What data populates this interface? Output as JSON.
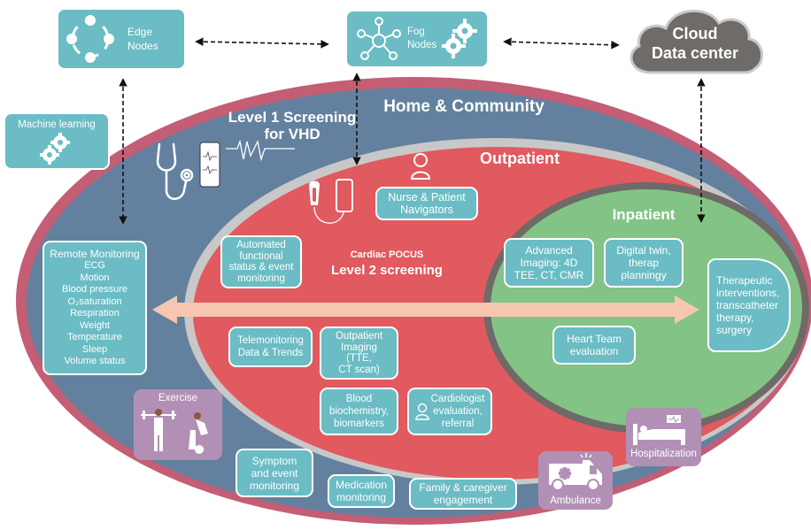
{
  "top_nodes": {
    "edge": {
      "line1": "Edge",
      "line2": "Nodes",
      "icon": "ring-network-icon"
    },
    "fog": {
      "line1": "Fog",
      "line2": "Nodes",
      "icon": "hub-network-icon",
      "icon2": "gears-icon"
    },
    "cloud": {
      "line1": "Cloud",
      "line2": "Data center",
      "icon": "cloud-icon"
    }
  },
  "machine_learning": {
    "label": "Machine learning",
    "icon": "gears-icon"
  },
  "zones": {
    "home": "Home & Community",
    "outpatient": "Outpatient",
    "inpatient": "Inpatient"
  },
  "level1": {
    "line1": "Level 1 Screening",
    "line2": "for VHD"
  },
  "level2": {
    "line1": "Cardiac POCUS",
    "line2": "Level 2 screening"
  },
  "remote_monitoring": {
    "title": "Remote Monitoring",
    "items": [
      "ECG",
      "Motion",
      "Blood pressure",
      "O₂saturation",
      "Respiration",
      "Weight",
      "Temperature",
      "Sleep",
      "Volume status"
    ]
  },
  "outpatient_boxes": {
    "nurse": [
      "Nurse & Patient",
      "Navigators"
    ],
    "automated": [
      "Automated",
      "functional",
      "status & event",
      "monitoring"
    ],
    "telemonitoring": [
      "Telemonitoring",
      "Data & Trends"
    ],
    "imaging": [
      "Outpatient",
      "Imaging",
      "(TTE,",
      "CT scan)"
    ],
    "blood": [
      "Blood",
      "biochemistry,",
      "biomarkers"
    ],
    "cardiologist": [
      "Cardiologist",
      "evaluation,",
      "referral"
    ]
  },
  "inpatient_boxes": {
    "advanced": [
      "Advanced",
      "Imaging: 4D",
      "TEE, CT, CMR"
    ],
    "digital_twin": [
      "Digital twin,",
      "therap",
      "planningy"
    ],
    "heart_team": [
      "Heart Team",
      "evaluation"
    ],
    "therapeutic": [
      "Therapeutic",
      "interventions,",
      "transcatheter",
      "therapy,",
      "surgery"
    ]
  },
  "home_boxes": {
    "symptom": [
      "Symptom",
      "and event",
      "monitoring"
    ],
    "medication": [
      "Medication",
      "monitoring"
    ],
    "family": [
      "Family & caregiver",
      "engagement"
    ]
  },
  "purple_tiles": {
    "exercise": "Exercise",
    "ambulance": "Ambulance",
    "hospitalization": "Hospitalization"
  },
  "colors": {
    "outer_rim": "#c45e75",
    "home": "#63819f",
    "separator": "#c8c8c8",
    "outpatient": "#e05a5f",
    "inpatient_rim": "#6e6a67",
    "inpatient": "#83c386",
    "box": "#6bbcc4",
    "purple": "#b290b6",
    "arrow": "#f7c6b0",
    "cloud": "#6e6b68"
  }
}
